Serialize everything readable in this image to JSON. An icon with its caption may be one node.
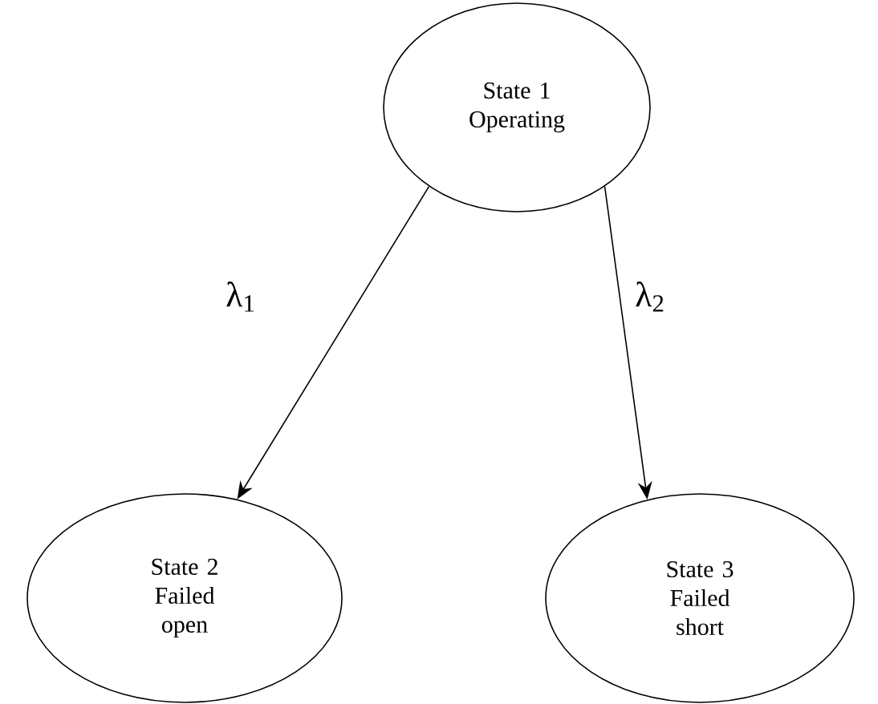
{
  "diagram": {
    "nodes": [
      {
        "text": [
          "State 1 Operating"
        ]
      },
      {
        "text": [
          "State 2 Failed open"
        ]
      },
      {
        "text": [
          "State 3 Failed short"
        ]
      }
    ],
    "edges": [
      {
        "from": 0,
        "to": 1,
        "arrow": "to",
        "label": "λ$_{1}$"
      },
      {
        "from": 0,
        "to": 2,
        "arrow": "to",
        "label": "λ$_{2}$"
      }
    ]
  }
}
